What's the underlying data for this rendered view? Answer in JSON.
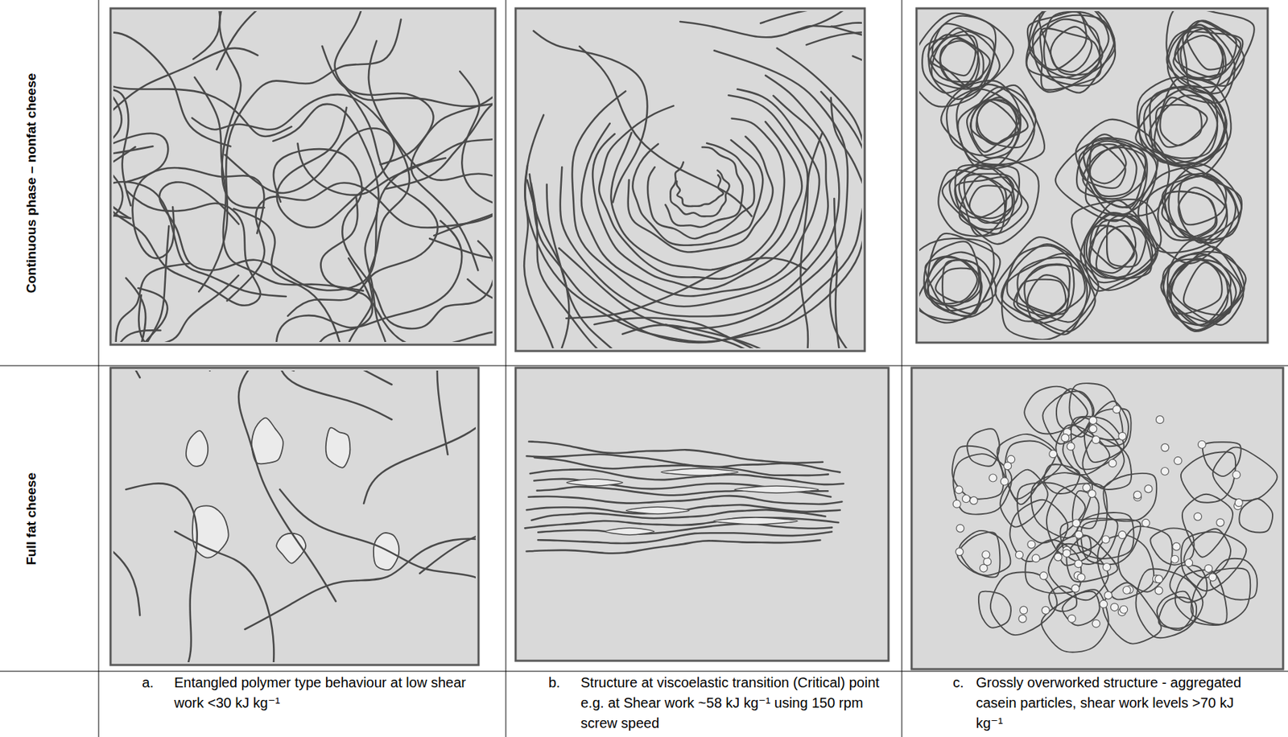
{
  "diagram": {
    "labels": [
      "Continuous phase – nonfat cheese",
      "Full fat cheese",
      "a.",
      "Entangled polymer type behaviour at low shear work <30 kJ kg⁻¹",
      "b.",
      "Structure at viscoelastic transition (Critical) point e.g. at Shear work ~58 kJ kg⁻¹ using 150 rpm screw speed",
      "c.",
      "Grossly overworked structure - aggregated casein particles, shear work levels >70 kJ kg⁻¹"
    ]
  }
}
